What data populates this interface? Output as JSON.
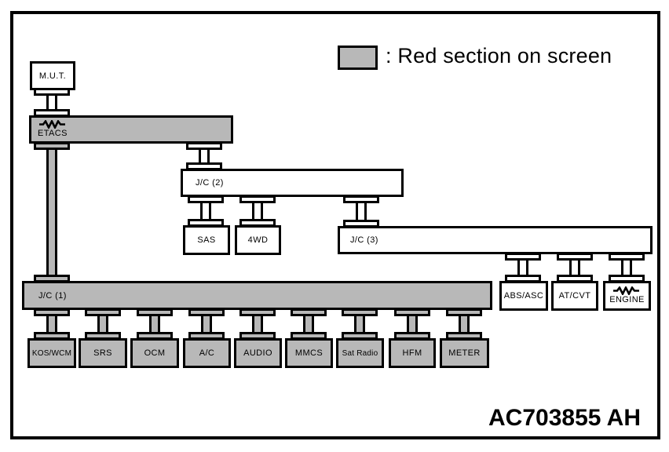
{
  "figure": {
    "legend_label": ": Red section on screen",
    "code": "AC703855 AH"
  },
  "nodes": {
    "mut": "M.U.T.",
    "etacs": "ETACS",
    "jc1": "J/C (1)",
    "jc2": "J/C (2)",
    "jc3": "J/C (3)",
    "sas": "SAS",
    "fourwd": "4WD",
    "abs_asc": "ABS/ASC",
    "at_cvt": "AT/CVT",
    "engine": "ENGINE",
    "kos_wcm": "KOS/WCM",
    "srs": "SRS",
    "ocm": "OCM",
    "ac": "A/C",
    "audio": "AUDIO",
    "mmcs": "MMCS",
    "sat_radio": "Sat Radio",
    "hfm": "HFM",
    "meter": "METER"
  },
  "colors": {
    "highlight_gray": "#b8b8b8",
    "box_white": "#ffffff",
    "outline_black": "#000000"
  }
}
